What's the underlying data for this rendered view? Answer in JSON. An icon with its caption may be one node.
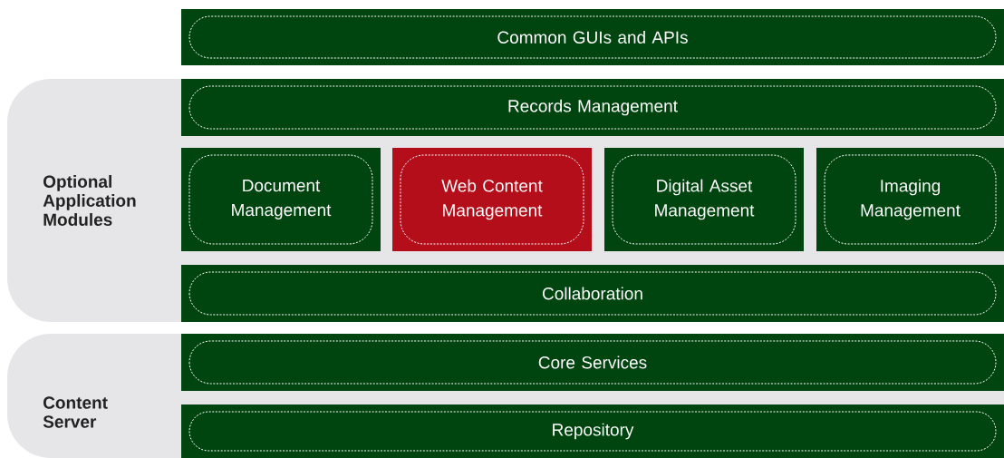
{
  "diagram": {
    "nodes": [
      {
        "text": [
          "Common GUIs and APIs"
        ]
      },
      {
        "text": [
          "Optional Application Modules"
        ]
      },
      {
        "text": [
          "Records Management"
        ],
        "in": 1
      },
      {
        "text": [
          "Document Management"
        ],
        "in": 1
      },
      {
        "text": [
          "Web Content Management"
        ],
        "in": 1
      },
      {
        "text": [
          "Digital Asset Management"
        ],
        "in": 1
      },
      {
        "text": [
          "Imaging Management"
        ],
        "in": 1
      },
      {
        "text": [
          "Collaboration"
        ],
        "in": 1
      },
      {
        "text": [
          "Content Server"
        ]
      },
      {
        "text": [
          "Core Services"
        ],
        "in": 8
      },
      {
        "text": [
          "Repository"
        ],
        "in": 8
      }
    ]
  }
}
